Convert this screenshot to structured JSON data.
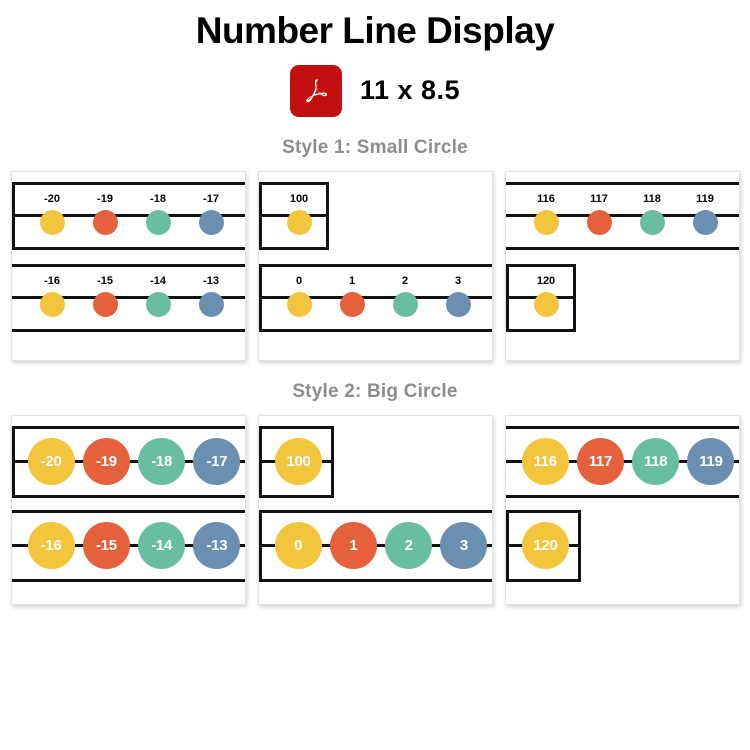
{
  "header": {
    "title": "Number Line Display",
    "icon": "pdf-icon",
    "size_label": "11 x 8.5"
  },
  "colors": {
    "yellow": "#F2C53D",
    "orange": "#E4613C",
    "green": "#69BDA2",
    "blue": "#6A8FB0",
    "line": "#111111",
    "section_title": "#8d8d8d",
    "pdf_red": "#C10E0E"
  },
  "palette_order": [
    "yellow",
    "orange",
    "green",
    "blue"
  ],
  "sections": [
    {
      "title": "Style 1: Small Circle",
      "style": "small",
      "panels": [
        {
          "name": "panel-negative-teens",
          "rows": [
            {
              "values": [
                "-20",
                "-19",
                "-18",
                "-17"
              ],
              "wall_left": true,
              "wall_right": false,
              "short": false
            },
            {
              "values": [
                "-16",
                "-15",
                "-14",
                "-13"
              ],
              "wall_left": false,
              "wall_right": false,
              "short": false
            }
          ]
        },
        {
          "name": "panel-hundred-and-zero",
          "rows": [
            {
              "values": [
                "100"
              ],
              "wall_left": true,
              "wall_right": true,
              "short": true
            },
            {
              "values": [
                "0",
                "1",
                "2",
                "3"
              ],
              "wall_left": true,
              "wall_right": false,
              "short": false
            }
          ]
        },
        {
          "name": "panel-one-sixteen",
          "rows": [
            {
              "values": [
                "116",
                "117",
                "118",
                "119"
              ],
              "wall_left": false,
              "wall_right": false,
              "short": false
            },
            {
              "values": [
                "120"
              ],
              "wall_left": true,
              "wall_right": true,
              "short": true
            }
          ]
        }
      ]
    },
    {
      "title": "Style 2: Big Circle",
      "style": "big",
      "panels": [
        {
          "name": "panel-negative-teens",
          "rows": [
            {
              "values": [
                "-20",
                "-19",
                "-18",
                "-17"
              ],
              "wall_left": true,
              "wall_right": false,
              "short": false
            },
            {
              "values": [
                "-16",
                "-15",
                "-14",
                "-13"
              ],
              "wall_left": false,
              "wall_right": false,
              "short": false
            }
          ]
        },
        {
          "name": "panel-hundred-and-zero",
          "rows": [
            {
              "values": [
                "100"
              ],
              "wall_left": true,
              "wall_right": true,
              "short": true
            },
            {
              "values": [
                "0",
                "1",
                "2",
                "3"
              ],
              "wall_left": true,
              "wall_right": false,
              "short": false
            }
          ]
        },
        {
          "name": "panel-one-sixteen",
          "rows": [
            {
              "values": [
                "116",
                "117",
                "118",
                "119"
              ],
              "wall_left": false,
              "wall_right": false,
              "short": false
            },
            {
              "values": [
                "120"
              ],
              "wall_left": true,
              "wall_right": true,
              "short": true
            }
          ]
        }
      ]
    }
  ]
}
